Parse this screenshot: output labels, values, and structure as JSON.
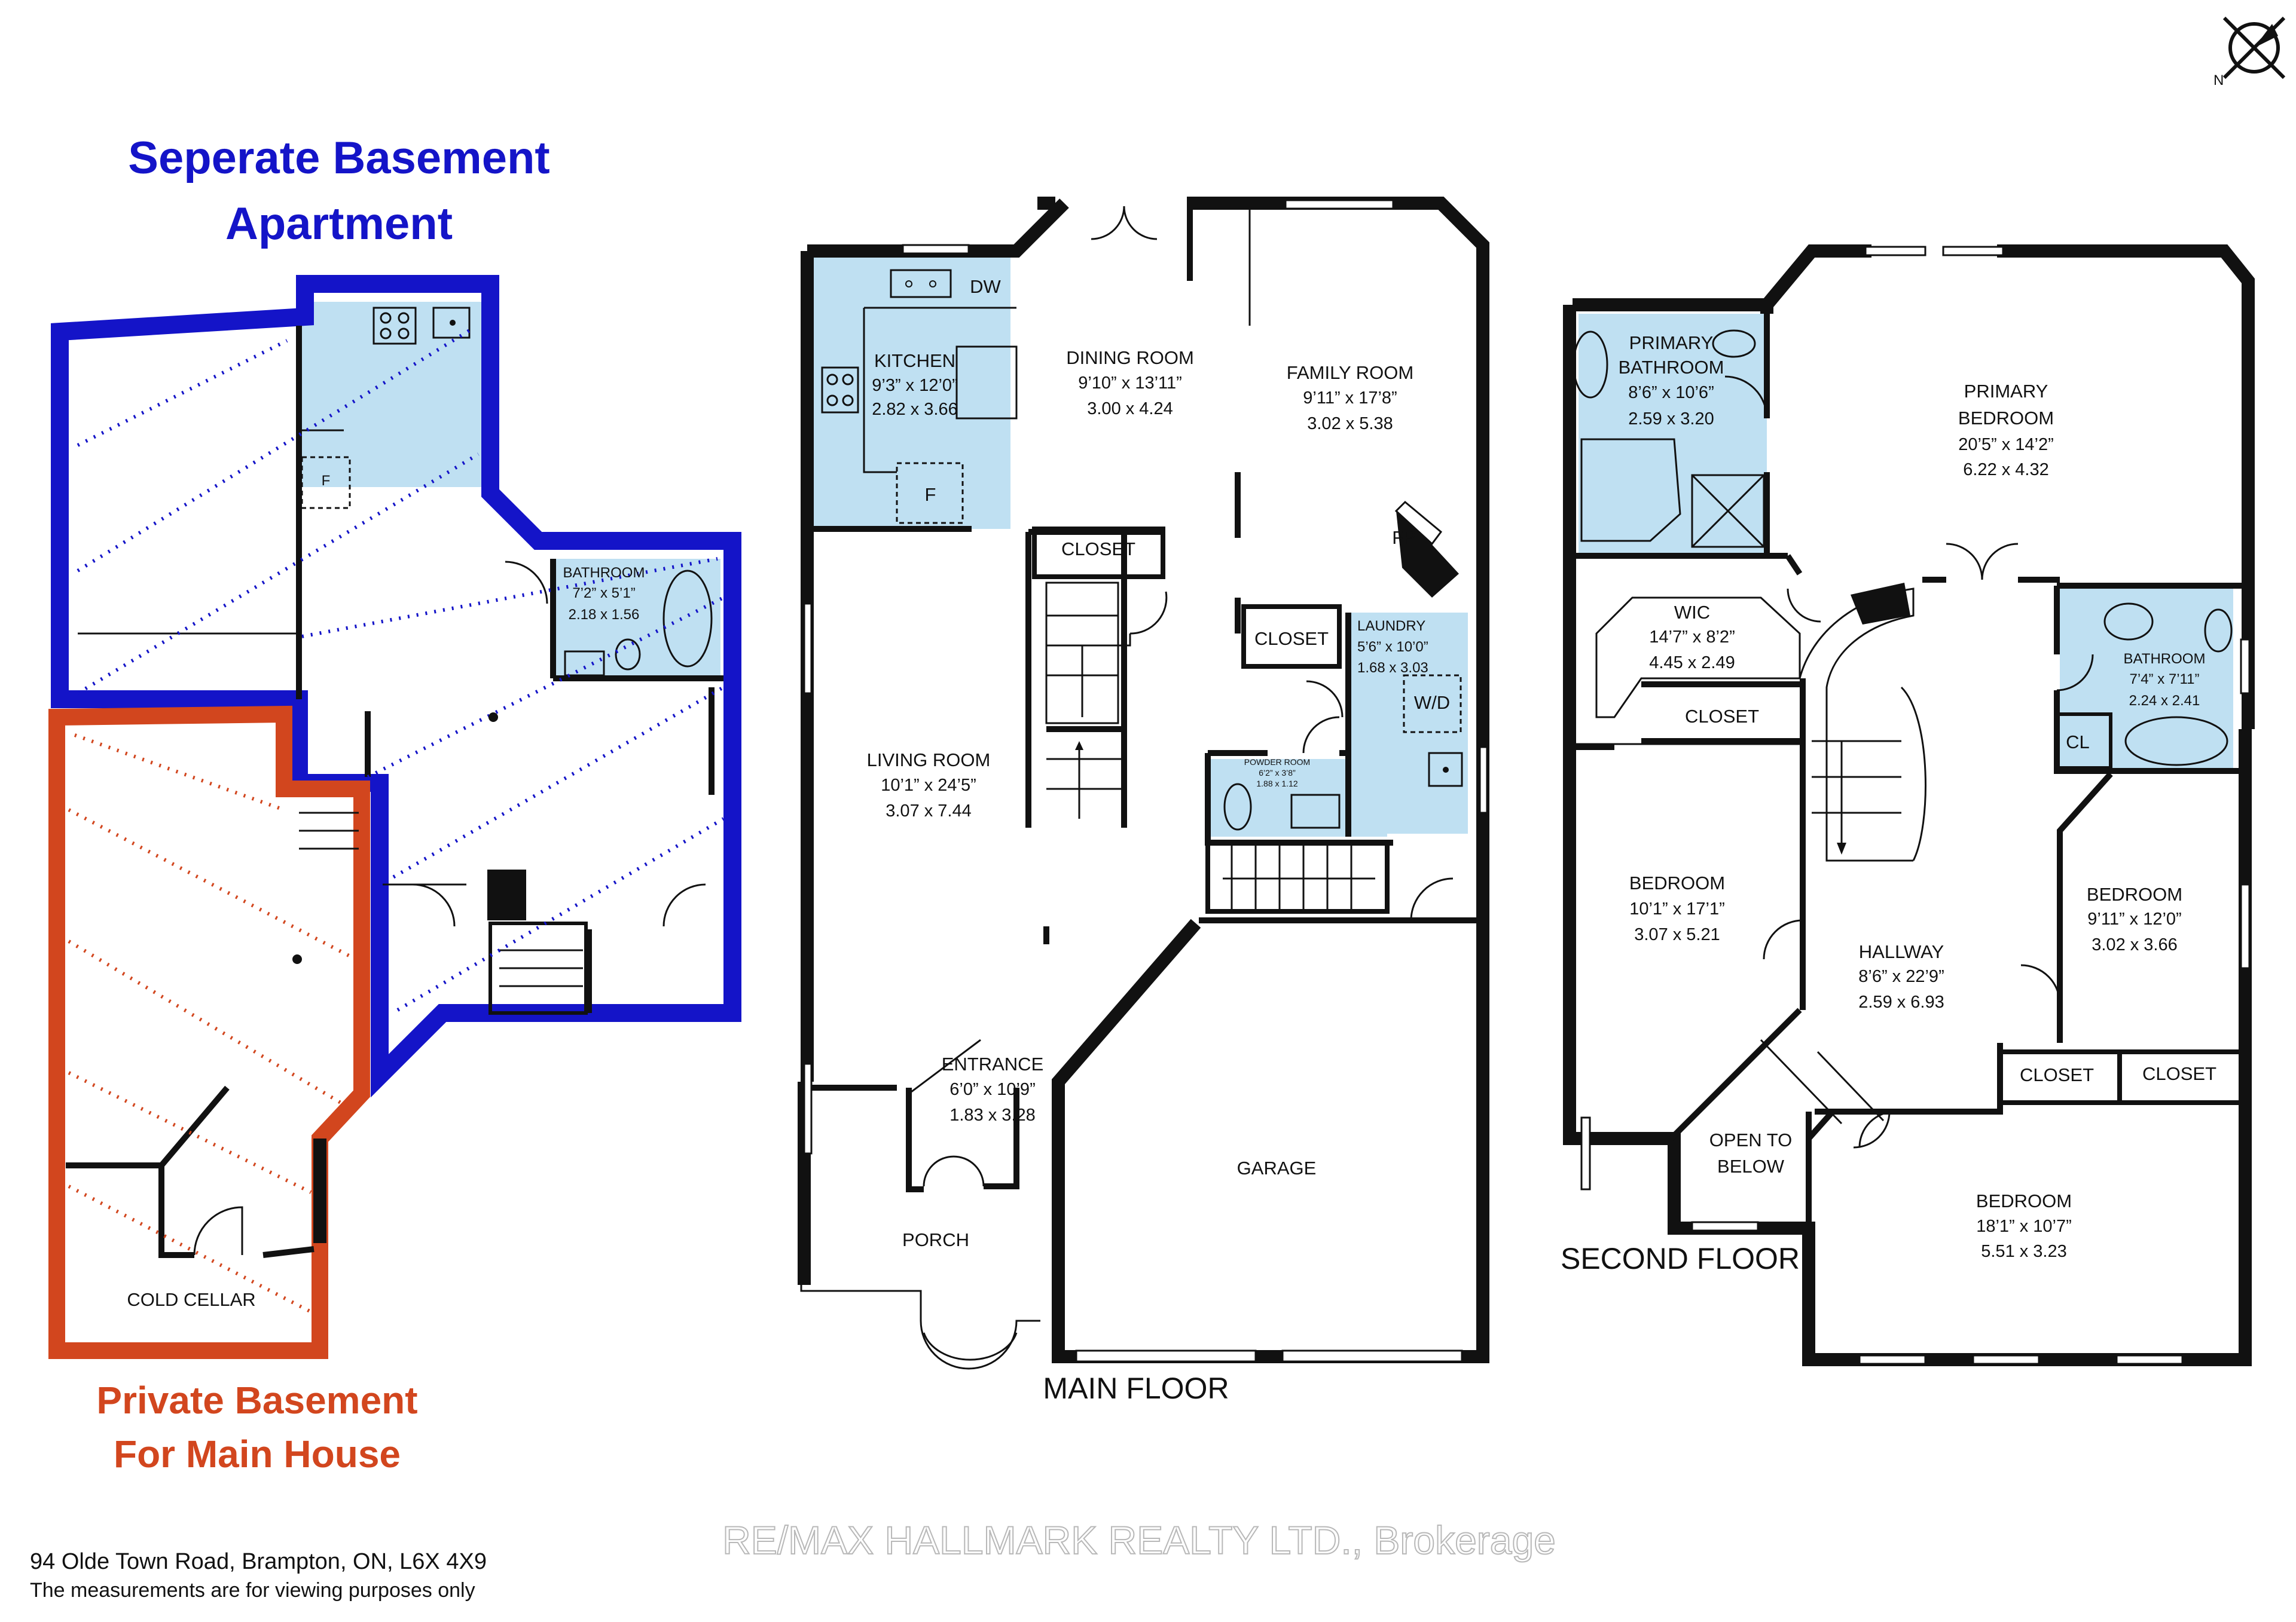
{
  "colors": {
    "apartment": "#1414c8",
    "private_basement": "#d2461e",
    "wet_area": "#bfe0f2",
    "wall": "#111111"
  },
  "icons": {
    "compass": "north-compass-icon"
  },
  "compass_label": "N",
  "basement": {
    "apartment_title_line1": "Seperate Basement",
    "apartment_title_line2": "Apartment",
    "private_title_line1": "Private Basement",
    "private_title_line2": "For Main House",
    "rooms": {
      "bathroom": {
        "name": "BATHROOM",
        "dim_imperial": "7’2” x 5’1”",
        "dim_metric": "2.18 x 1.56"
      },
      "cold_cellar": {
        "name": "COLD CELLAR"
      }
    },
    "fridge_label_1": "F"
  },
  "main_floor": {
    "label": "MAIN FLOOR",
    "rooms": {
      "kitchen": {
        "name": "KITCHEN",
        "dim_imperial": "9’3” x 12’0”",
        "dim_metric": "2.82 x 3.66"
      },
      "dining": {
        "name": "DINING ROOM",
        "dim_imperial": "9’10” x 13’11”",
        "dim_metric": "3.00 x 4.24"
      },
      "family": {
        "name": "FAMILY ROOM",
        "dim_imperial": "9’11” x 17’8”",
        "dim_metric": "3.02 x 5.38"
      },
      "living": {
        "name": "LIVING ROOM",
        "dim_imperial": "10’1” x 24’5”",
        "dim_metric": "3.07 x 7.44"
      },
      "laundry": {
        "name": "LAUNDRY",
        "dim_imperial": "5’6” x 10’0”",
        "dim_metric": "1.68 x 3.03"
      },
      "powder": {
        "name": "POWDER ROOM",
        "dim_imperial": "6’2” x 3’8”",
        "dim_metric": "1.88 x 1.12"
      },
      "entrance": {
        "name": "ENTRANCE",
        "dim_imperial": "6’0” x 10’9”",
        "dim_metric": "1.83 x 3.28"
      },
      "porch": {
        "name": "PORCH"
      },
      "garage": {
        "name": "GARAGE"
      },
      "closet_1": {
        "name": "CLOSET"
      },
      "closet_2": {
        "name": "CLOSET"
      }
    },
    "dishwasher": "DW",
    "fridge": "F",
    "fireplace": "FP",
    "washer_dryer": "W/D"
  },
  "second_floor": {
    "label": "SECOND FLOOR",
    "rooms": {
      "primary_bath": {
        "name_line1": "PRIMARY",
        "name_line2": "BATHROOM",
        "dim_imperial": "8’6” x 10’6”",
        "dim_metric": "2.59 x 3.20"
      },
      "primary_bed": {
        "name_line1": "PRIMARY",
        "name_line2": "BEDROOM",
        "dim_imperial": "20’5” x 14’2”",
        "dim_metric": "6.22 x 4.32"
      },
      "wic": {
        "name": "WIC",
        "dim_imperial": "14’7” x 8’2”",
        "dim_metric": "4.45 x 2.49"
      },
      "bathroom": {
        "name": "BATHROOM",
        "dim_imperial": "7’4” x 7’11”",
        "dim_metric": "2.24 x 2.41"
      },
      "bedroom_1": {
        "name": "BEDROOM",
        "dim_imperial": "10’1” x 17’1”",
        "dim_metric": "3.07 x 5.21"
      },
      "hallway": {
        "name": "HALLWAY",
        "dim_imperial": "8’6” x 22’9”",
        "dim_metric": "2.59 x 6.93"
      },
      "bedroom_2": {
        "name": "BEDROOM",
        "dim_imperial": "9’11” x 12’0”",
        "dim_metric": "3.02 x 3.66"
      },
      "bedroom_3": {
        "name": "BEDROOM",
        "dim_imperial": "18’1” x 10’7”",
        "dim_metric": "5.51 x 3.23"
      },
      "open_below": {
        "name_line1": "OPEN TO",
        "name_line2": "BELOW"
      },
      "closet_wic": {
        "name": "CLOSET"
      },
      "closet_a": {
        "name": "CLOSET"
      },
      "closet_b": {
        "name": "CLOSET"
      },
      "cl": {
        "name": "CL"
      }
    }
  },
  "footer": {
    "address": "94 Olde Town Road, Brampton, ON, L6X 4X9",
    "disclaimer": "The measurements are for viewing purposes only",
    "watermark": "RE/MAX HALLMARK REALTY LTD., Brokerage"
  }
}
